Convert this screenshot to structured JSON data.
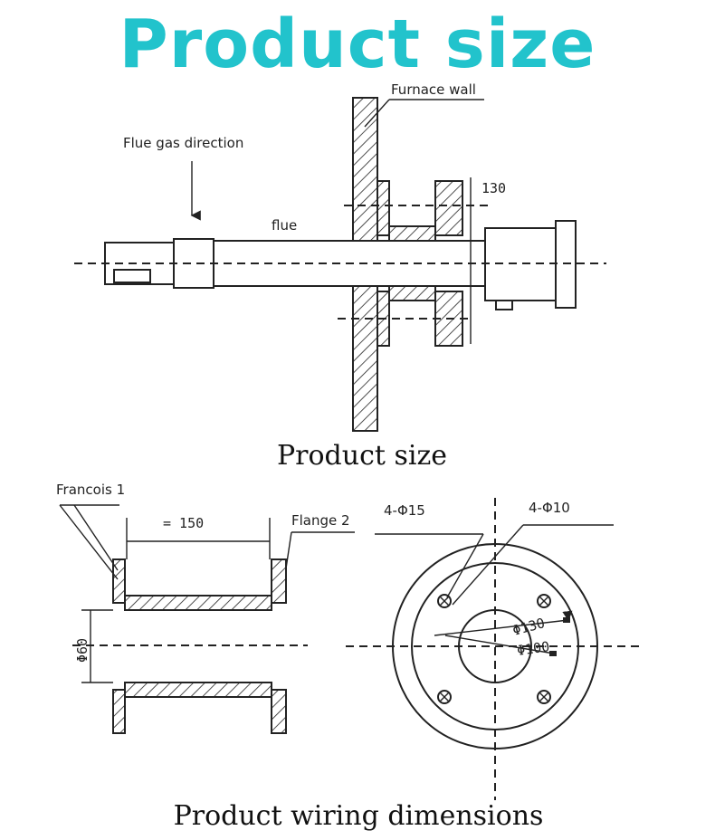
{
  "title": "Product size",
  "title_color": "#22c3cc",
  "labels": {
    "furnace_wall": "Furnace wall",
    "flue_gas_direction": "Flue gas direction",
    "flue": "flue",
    "dim_130": "130",
    "francois_1": "Francois 1",
    "flange_2": "Flange 2",
    "dim_150": "= 150",
    "dim_phi60": "Φ60",
    "holes_15": "4-Φ15",
    "holes_10": "4-Φ10",
    "phi130": "Φ130",
    "phi100": "Φ100"
  },
  "captions": {
    "product_size": "Product size",
    "wiring": "Product wiring dimensions"
  }
}
